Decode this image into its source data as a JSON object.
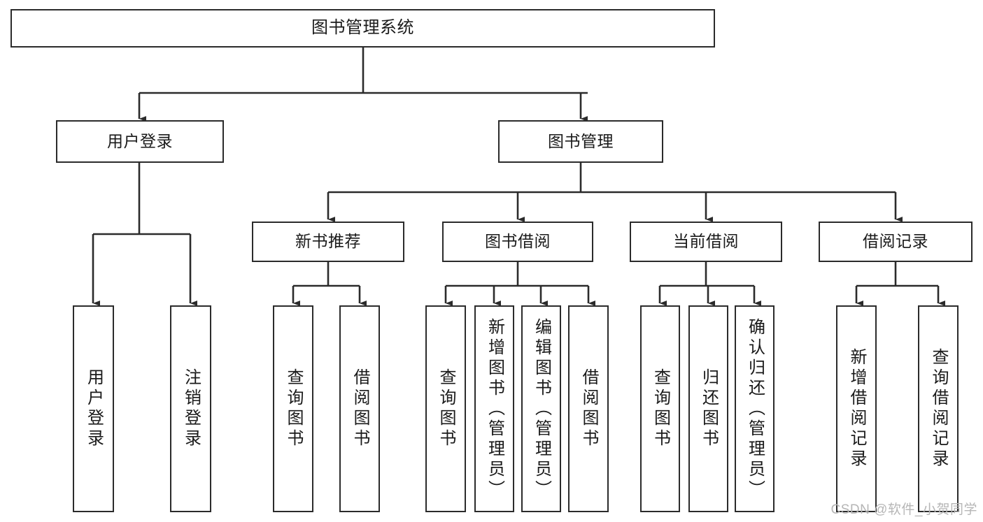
{
  "diagram": {
    "title": "图书管理系统",
    "type": "tree-hierarchy-diagram",
    "colors": {
      "box_border": "#2b2b2b",
      "box_fill": "#ffffff",
      "connector": "#2b2b2b",
      "text": "#1a1a1a",
      "watermark": "#b6b6b6",
      "background": "#ffffff"
    },
    "root": {
      "label": "图书管理系统"
    },
    "level1": [
      {
        "label": "用户登录"
      },
      {
        "label": "图书管理"
      }
    ],
    "level2": [
      {
        "label": "新书推荐"
      },
      {
        "label": "图书借阅"
      },
      {
        "label": "当前借阅"
      },
      {
        "label": "借阅记录"
      }
    ],
    "leaves": {
      "user_login": [
        {
          "label": "用户登录"
        },
        {
          "label": "注销登录"
        }
      ],
      "new_book_recommend": [
        {
          "label": "查询图书"
        },
        {
          "label": "借阅图书"
        }
      ],
      "book_borrow": [
        {
          "label": "查询图书"
        },
        {
          "label": "新增图书（管理员）"
        },
        {
          "label": "编辑图书（管理员）"
        },
        {
          "label": "借阅图书"
        }
      ],
      "current_borrow": [
        {
          "label": "查询图书"
        },
        {
          "label": "归还图书"
        },
        {
          "label": "确认归还（管理员）"
        }
      ],
      "borrow_record": [
        {
          "label": "新增借阅记录"
        },
        {
          "label": "查询借阅记录"
        }
      ]
    },
    "watermark": "CSDN @软件_小贺同学"
  }
}
